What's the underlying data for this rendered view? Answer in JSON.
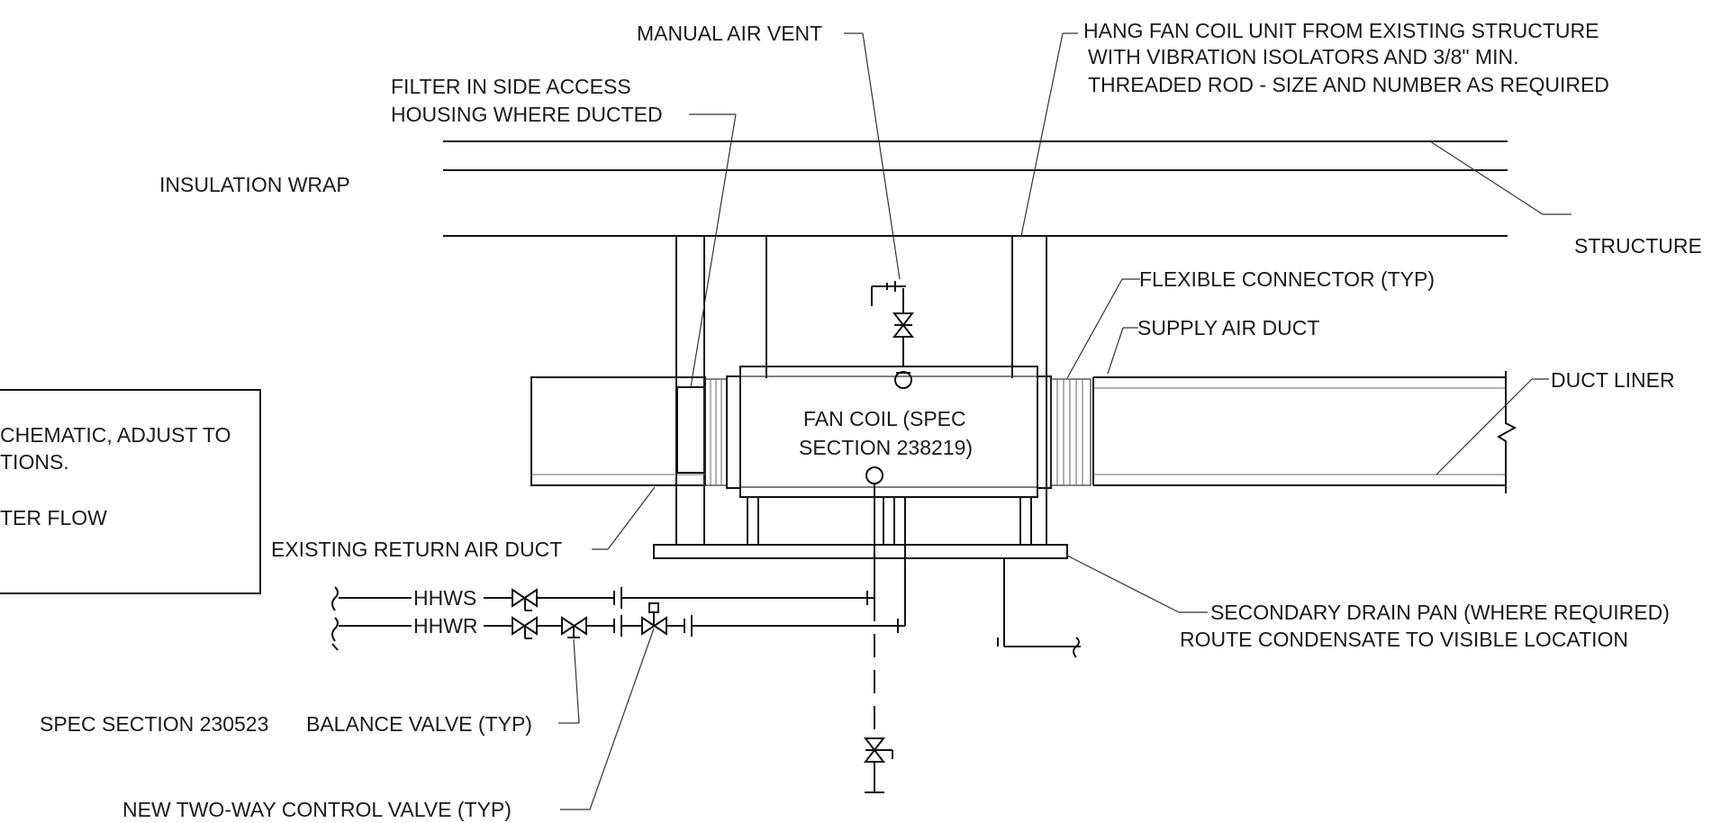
{
  "diagram": {
    "labels": {
      "manual_air_vent": "MANUAL AIR VENT",
      "hang_line1": "HANG FAN COIL UNIT FROM EXISTING STRUCTURE",
      "hang_line2": "WITH VIBRATION ISOLATORS AND 3/8\" MIN.",
      "hang_line3": "THREADED ROD - SIZE AND NUMBER AS REQUIRED",
      "filter_line1": "FILTER IN SIDE ACCESS",
      "filter_line2": "HOUSING WHERE DUCTED",
      "insulation_wrap": "INSULATION WRAP",
      "structure": "STRUCTURE",
      "flexible_connector": "FLEXIBLE CONNECTOR (TYP)",
      "supply_air_duct": "SUPPLY AIR DUCT",
      "duct_liner": "DUCT LINER",
      "fan_coil_line1": "FAN COIL (SPEC",
      "fan_coil_line2": "SECTION 238219)",
      "existing_return_air_duct": "EXISTING RETURN AIR DUCT",
      "hhws": "HHWS",
      "hhwr": "HHWR",
      "drain_pan_line1": "SECONDARY DRAIN PAN (WHERE REQUIRED)",
      "drain_pan_line2": "ROUTE CONDENSATE TO VISIBLE LOCATION",
      "spec_section": "SPEC SECTION 230523",
      "balance_valve": "BALANCE VALVE (TYP)",
      "control_valve": "NEW TWO-WAY CONTROL VALVE (TYP)"
    },
    "notes": {
      "line1": "CHEMATIC, ADJUST TO",
      "line2": "TIONS.",
      "line3": "TER FLOW"
    }
  }
}
